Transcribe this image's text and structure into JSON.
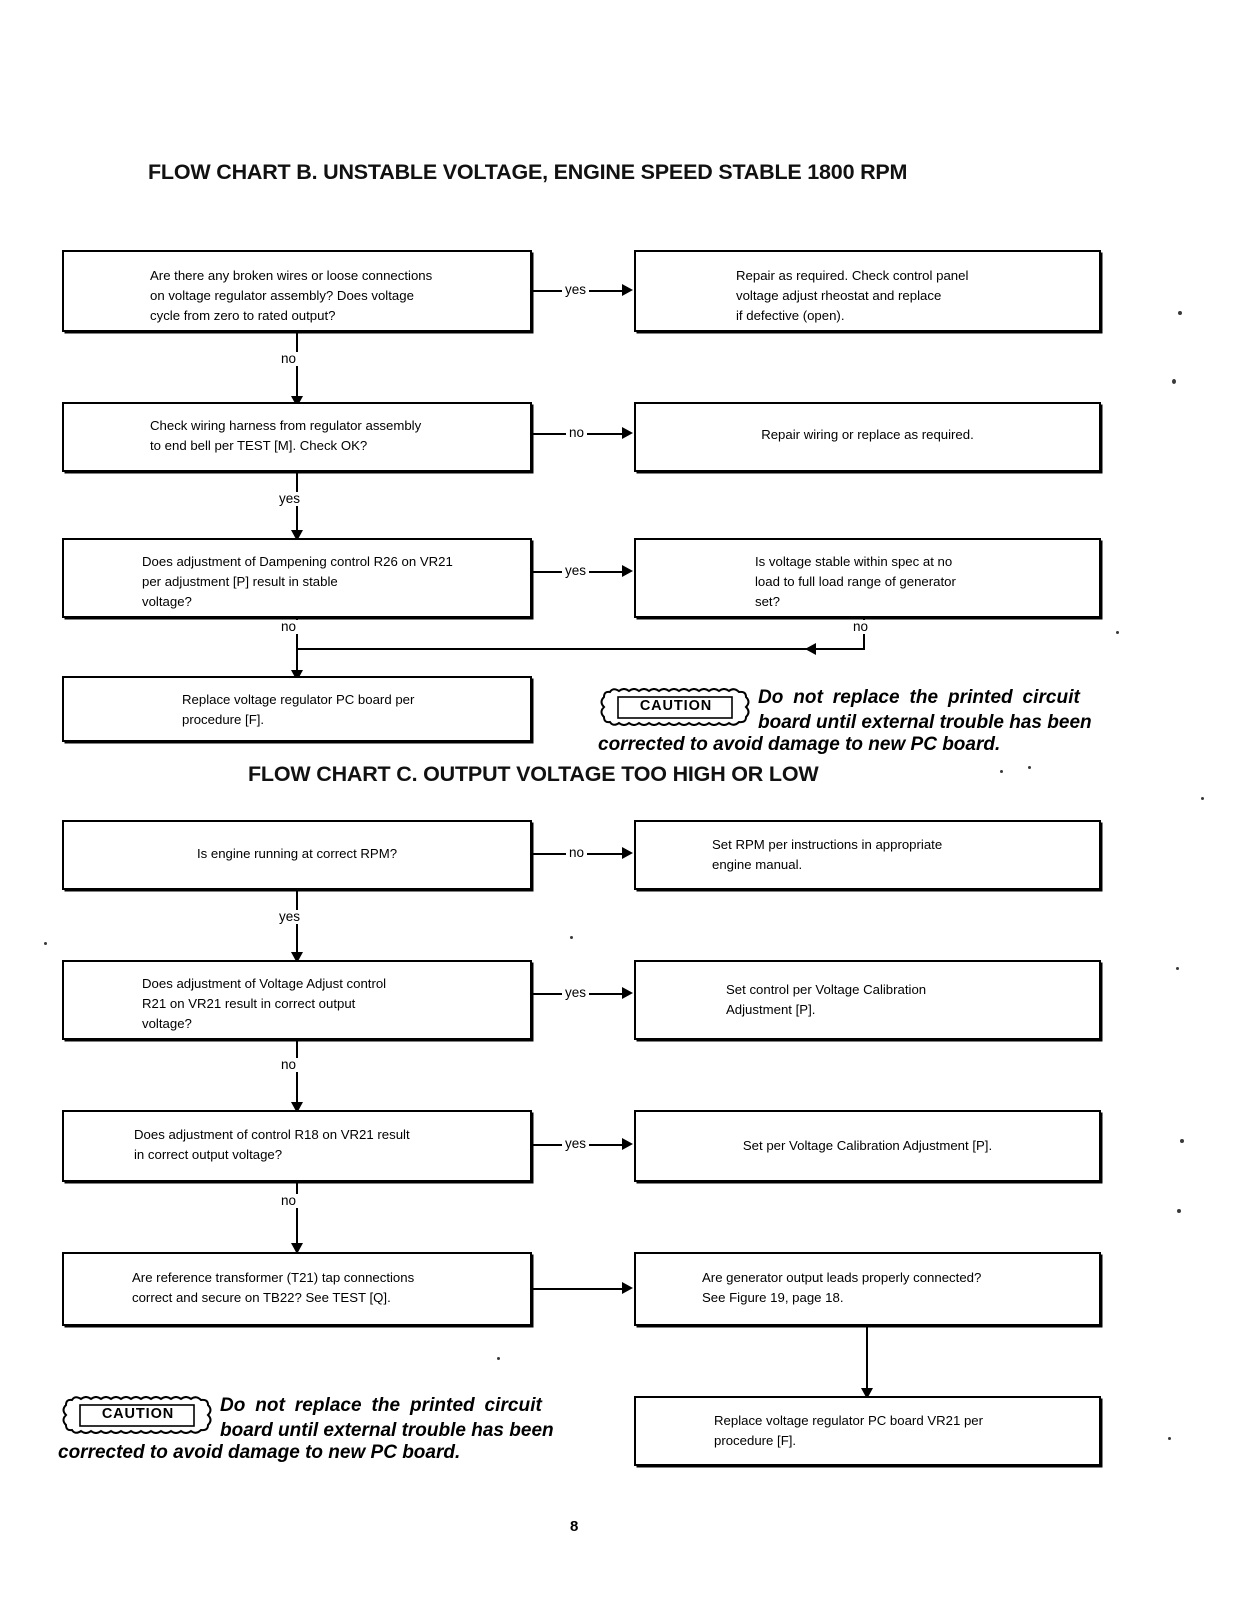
{
  "page": {
    "number": "8"
  },
  "charts": [
    {
      "id": "chart-b",
      "title": "FLOW CHART B. UNSTABLE VOLTAGE, ENGINE SPEED STABLE 1800 RPM",
      "boxes": [
        {
          "id": "b1",
          "text": "Are there any broken wires or loose connections\non voltage regulator assembly? Does voltage\ncycle from zero to rated output?"
        },
        {
          "id": "b2",
          "text": "Repair as required. Check control panel\nvoltage adjust rheostat and replace\nif defective (open)."
        },
        {
          "id": "b3",
          "text": "Check wiring harness from regulator assembly\nto end bell per TEST [M]. Check OK?"
        },
        {
          "id": "b4",
          "text": "Repair wiring or replace as required."
        },
        {
          "id": "b5",
          "text": "Does adjustment of Dampening control R26 on VR21\nper adjustment [P] result in stable\nvoltage?"
        },
        {
          "id": "b6",
          "text": "Is voltage stable within spec at no\nload to full load range of generator\nset?"
        },
        {
          "id": "b7",
          "text": "Replace voltage regulator PC board per\nprocedure [F]."
        }
      ],
      "edge_labels": {
        "b1_yes": "yes",
        "b1_no": "no",
        "b3_no": "no",
        "b3_yes": "yes",
        "b5_yes": "yes",
        "b5_no": "no",
        "b6_no": "no"
      },
      "caution": {
        "badge": "CAUTION",
        "line1": "Do not replace the printed circuit",
        "line2": "board until external trouble has been",
        "line3": "corrected to avoid damage to new PC board."
      }
    },
    {
      "id": "chart-c",
      "title": "FLOW CHART C. OUTPUT VOLTAGE TOO HIGH OR LOW",
      "boxes": [
        {
          "id": "c1",
          "text": "Is engine running at correct RPM?"
        },
        {
          "id": "c2",
          "text": "Set RPM per instructions in appropriate\nengine manual."
        },
        {
          "id": "c3",
          "text": "Does adjustment of Voltage Adjust control\nR21 on VR21 result in correct output\nvoltage?"
        },
        {
          "id": "c4",
          "text": "Set control per Voltage Calibration\nAdjustment [P]."
        },
        {
          "id": "c5",
          "text": "Does adjustment of control R18 on VR21 result\nin correct output voltage?"
        },
        {
          "id": "c6",
          "text": "Set per Voltage Calibration Adjustment [P]."
        },
        {
          "id": "c7",
          "text": "Are reference transformer (T21) tap connections\ncorrect and secure on TB22? See TEST [Q]."
        },
        {
          "id": "c8",
          "text": "Are generator output leads properly connected?\nSee Figure 19, page 18."
        },
        {
          "id": "c9",
          "text": "Replace voltage regulator PC board VR21 per\nprocedure [F]."
        }
      ],
      "edge_labels": {
        "c1_no": "no",
        "c1_yes": "yes",
        "c3_yes": "yes",
        "c3_no": "no",
        "c5_yes": "yes",
        "c5_no": "no"
      },
      "caution": {
        "badge": "CAUTION",
        "line1": "Do not replace the printed circuit",
        "line2": "board until external trouble has been",
        "line3": "corrected to avoid damage to new PC board."
      }
    }
  ]
}
